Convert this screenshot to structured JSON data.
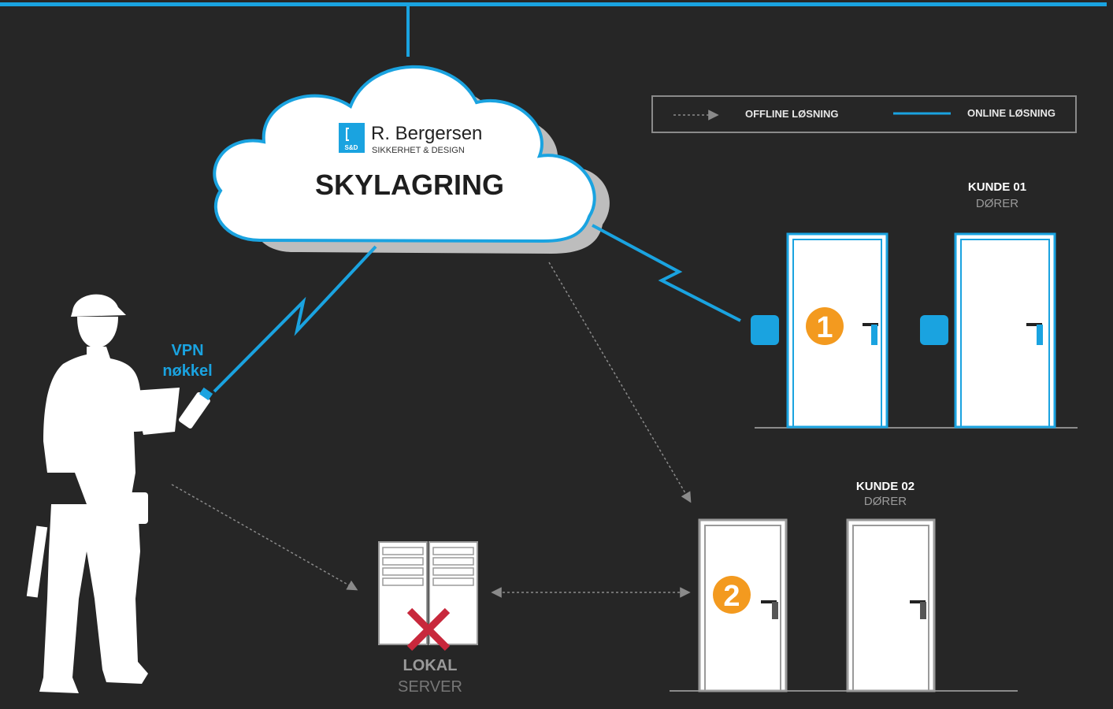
{
  "colors": {
    "background": "#262626",
    "accent_blue": "#1aa3e0",
    "orange": "#f39a1f",
    "red_x": "#c8283c",
    "grey": "#8a8a8a",
    "white": "#ffffff"
  },
  "cloud": {
    "logo_mark": "S&D",
    "company_name": "R. Bergersen",
    "company_tagline": "SIKKERHET & DESIGN",
    "title": "SKYLAGRING"
  },
  "legend": {
    "offline_label": "OFFLINE LØSNING",
    "online_label": "ONLINE LØSNING"
  },
  "technician": {
    "vpn_line1": "VPN",
    "vpn_line2": "nøkkel"
  },
  "customer1": {
    "title": "KUNDE 01",
    "subtitle": "DØRER",
    "badge": "1"
  },
  "customer2": {
    "title": "KUNDE 02",
    "subtitle": "DØRER",
    "badge": "2"
  },
  "server": {
    "line1": "LOKAL",
    "line2": "SERVER"
  },
  "icons": [
    "cloud-icon",
    "door-icon",
    "server-icon",
    "card-reader-icon",
    "vpn-key-icon",
    "technician-icon",
    "x-mark-icon"
  ]
}
